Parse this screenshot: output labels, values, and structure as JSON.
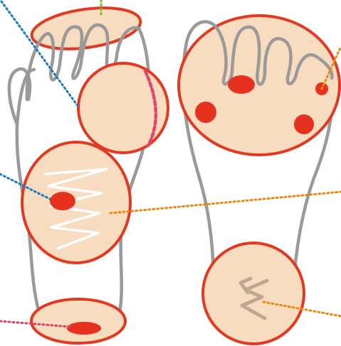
{
  "diagram": {
    "colors": {
      "outline": "#9a9a9a",
      "zone_fill": "#f8dcbf",
      "zone_stroke": "#e03a22",
      "spot": "#e6311f",
      "heel_zigzag": "#bfa892",
      "sole_zigzag": "#ffffff",
      "leader_blue": "#1b79bf",
      "leader_orange": "#ea8a12",
      "leader_green": "#7bbf2a",
      "leader_red": "#d94466",
      "arch_pink": "#e0466e"
    },
    "footprints": [
      {
        "name": "left-foot",
        "zones": [
          "toes",
          "ball-of-foot",
          "arch",
          "heel"
        ]
      },
      {
        "name": "right-foot",
        "zones": [
          "forefoot",
          "heel"
        ]
      }
    ]
  }
}
